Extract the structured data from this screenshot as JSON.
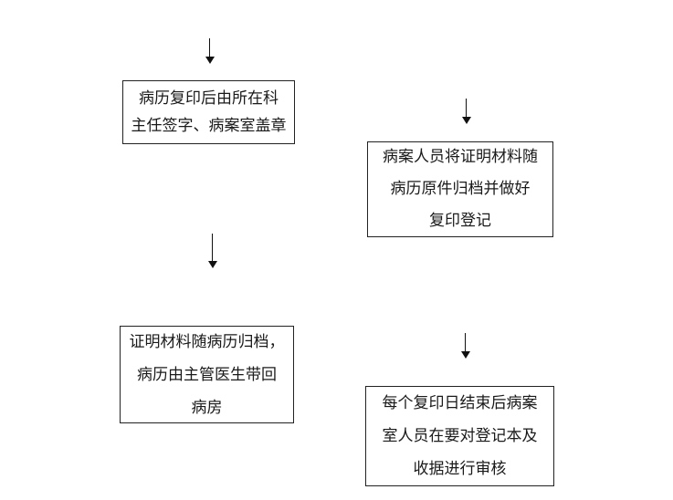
{
  "boxes": [
    {
      "lines": [
        "病历复印后由所在科",
        "主任签字、病案室盖章"
      ]
    },
    {
      "lines": [
        "病案人员将证明材料随",
        "病历原件归档并做好",
        "复印登记"
      ]
    },
    {
      "lines": [
        "证明材料随病历归档，",
        "病历由主管医生带回",
        "病房"
      ]
    },
    {
      "lines": [
        "每个复印日结束后病案",
        "室人员在要对登记本及",
        "收据进行审核"
      ]
    }
  ],
  "colors": {
    "border": "#222222",
    "arrow": "#111111",
    "background": "#ffffff"
  },
  "arrow_icon": "down-arrow-icon"
}
